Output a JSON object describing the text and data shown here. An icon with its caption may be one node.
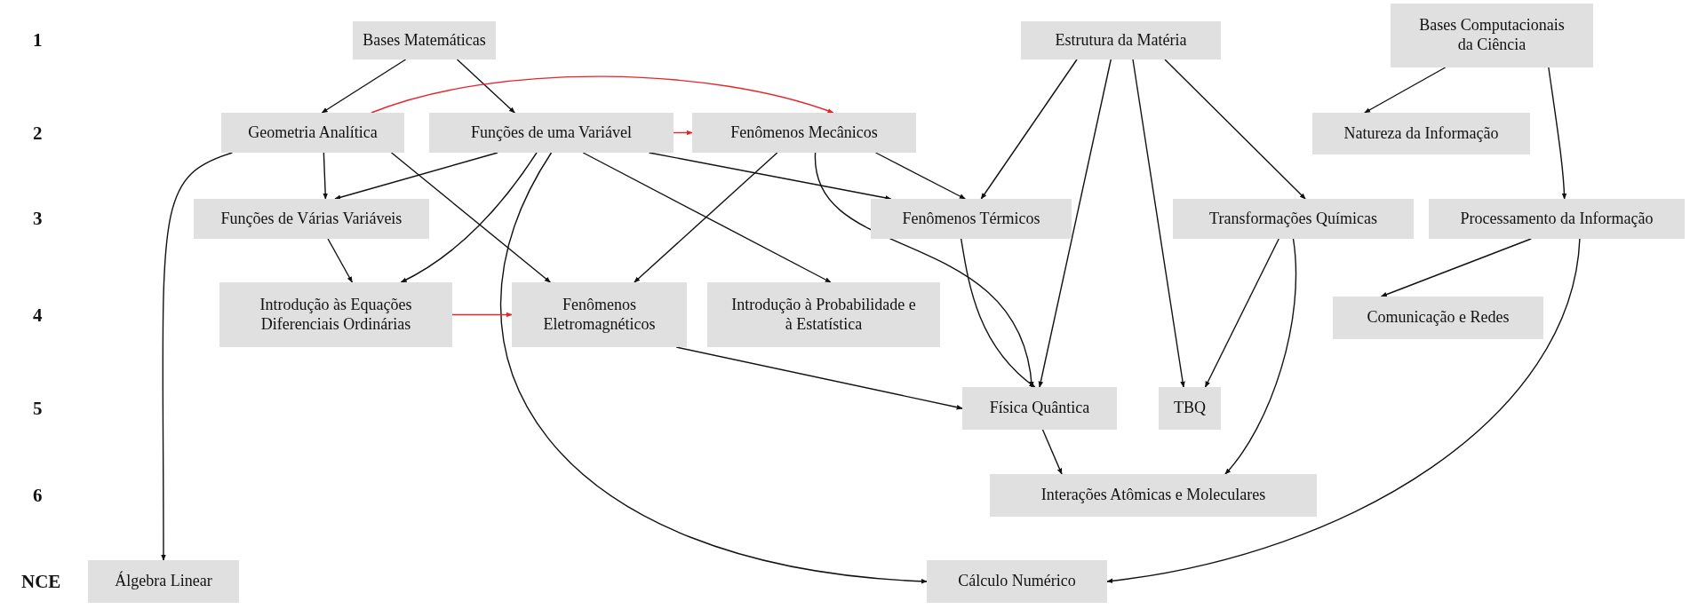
{
  "diagram": {
    "nodes": [
      {
        "text": [
          "Bases Matemáticas"
        ]
      },
      {
        "text": [
          "Estrutura da Matéria"
        ]
      },
      {
        "text": [
          "Bases Computacionais da Ciência"
        ]
      },
      {
        "text": [
          "Geometria Analítica"
        ]
      },
      {
        "text": [
          "Funções de uma Variável"
        ]
      },
      {
        "text": [
          "Fenômenos Mecânicos"
        ]
      },
      {
        "text": [
          "Natureza da Informação"
        ]
      },
      {
        "text": [
          "Funções de Várias Variáveis"
        ]
      },
      {
        "text": [
          "Fenômenos Térmicos"
        ]
      },
      {
        "text": [
          "Transformações Químicas"
        ]
      },
      {
        "text": [
          "Processamento da Informação"
        ]
      },
      {
        "text": [
          "Introdução às Equações Diferenciais Ordinárias"
        ]
      },
      {
        "text": [
          "Fenômenos Eletromagnéticos"
        ]
      },
      {
        "text": [
          "Introdução à Probabilidade e à Estatística"
        ]
      },
      {
        "text": [
          "Comunicação e Redes"
        ]
      },
      {
        "text": [
          "Física Quântica"
        ]
      },
      {
        "text": [
          "TBQ"
        ]
      },
      {
        "text": [
          "Interações Atômicas e Moleculares"
        ]
      },
      {
        "text": [
          "Álgebra Linear"
        ]
      },
      {
        "text": [
          "Cálculo Numérico"
        ]
      }
    ],
    "edges": [
      {
        "from": 0,
        "to": 3,
        "arrow": "to"
      },
      {
        "from": 0,
        "to": 4,
        "arrow": "to"
      },
      {
        "from": 3,
        "to": 5,
        "arrow": "to",
        "color": "#e8242a"
      },
      {
        "from": 4,
        "to": 5,
        "arrow": "to",
        "color": "#e8242a"
      },
      {
        "from": 3,
        "to": 7,
        "arrow": "to"
      },
      {
        "from": 3,
        "to": 12,
        "arrow": "to"
      },
      {
        "from": 3,
        "to": 18,
        "arrow": "to"
      },
      {
        "from": 4,
        "to": 7,
        "arrow": "to"
      },
      {
        "from": 4,
        "to": 11,
        "arrow": "to"
      },
      {
        "from": 4,
        "to": 19,
        "arrow": "to"
      },
      {
        "from": 4,
        "to": 13,
        "arrow": "to"
      },
      {
        "from": 4,
        "to": 8,
        "arrow": "to"
      },
      {
        "from": 5,
        "to": 12,
        "arrow": "to"
      },
      {
        "from": 5,
        "to": 8,
        "arrow": "to"
      },
      {
        "from": 5,
        "to": 15,
        "arrow": "to"
      },
      {
        "from": 7,
        "to": 11,
        "arrow": "to"
      },
      {
        "from": 11,
        "to": 12,
        "arrow": "to",
        "color": "#e8242a"
      },
      {
        "from": 12,
        "to": 15,
        "arrow": "to"
      },
      {
        "from": 1,
        "to": 8,
        "arrow": "to"
      },
      {
        "from": 1,
        "to": 15,
        "arrow": "to"
      },
      {
        "from": 1,
        "to": 16,
        "arrow": "to"
      },
      {
        "from": 1,
        "to": 9,
        "arrow": "to"
      },
      {
        "from": 8,
        "to": 15,
        "arrow": "to"
      },
      {
        "from": 9,
        "to": 16,
        "arrow": "to"
      },
      {
        "from": 9,
        "to": 17,
        "arrow": "to"
      },
      {
        "from": 15,
        "to": 17,
        "arrow": "to"
      },
      {
        "from": 2,
        "to": 6,
        "arrow": "to"
      },
      {
        "from": 2,
        "to": 10,
        "arrow": "to"
      },
      {
        "from": 10,
        "to": 14,
        "arrow": "to"
      },
      {
        "from": 10,
        "to": 19,
        "arrow": "to"
      }
    ],
    "labels": [
      "1",
      "2",
      "3",
      "4",
      "5",
      "6",
      "NCE"
    ]
  }
}
